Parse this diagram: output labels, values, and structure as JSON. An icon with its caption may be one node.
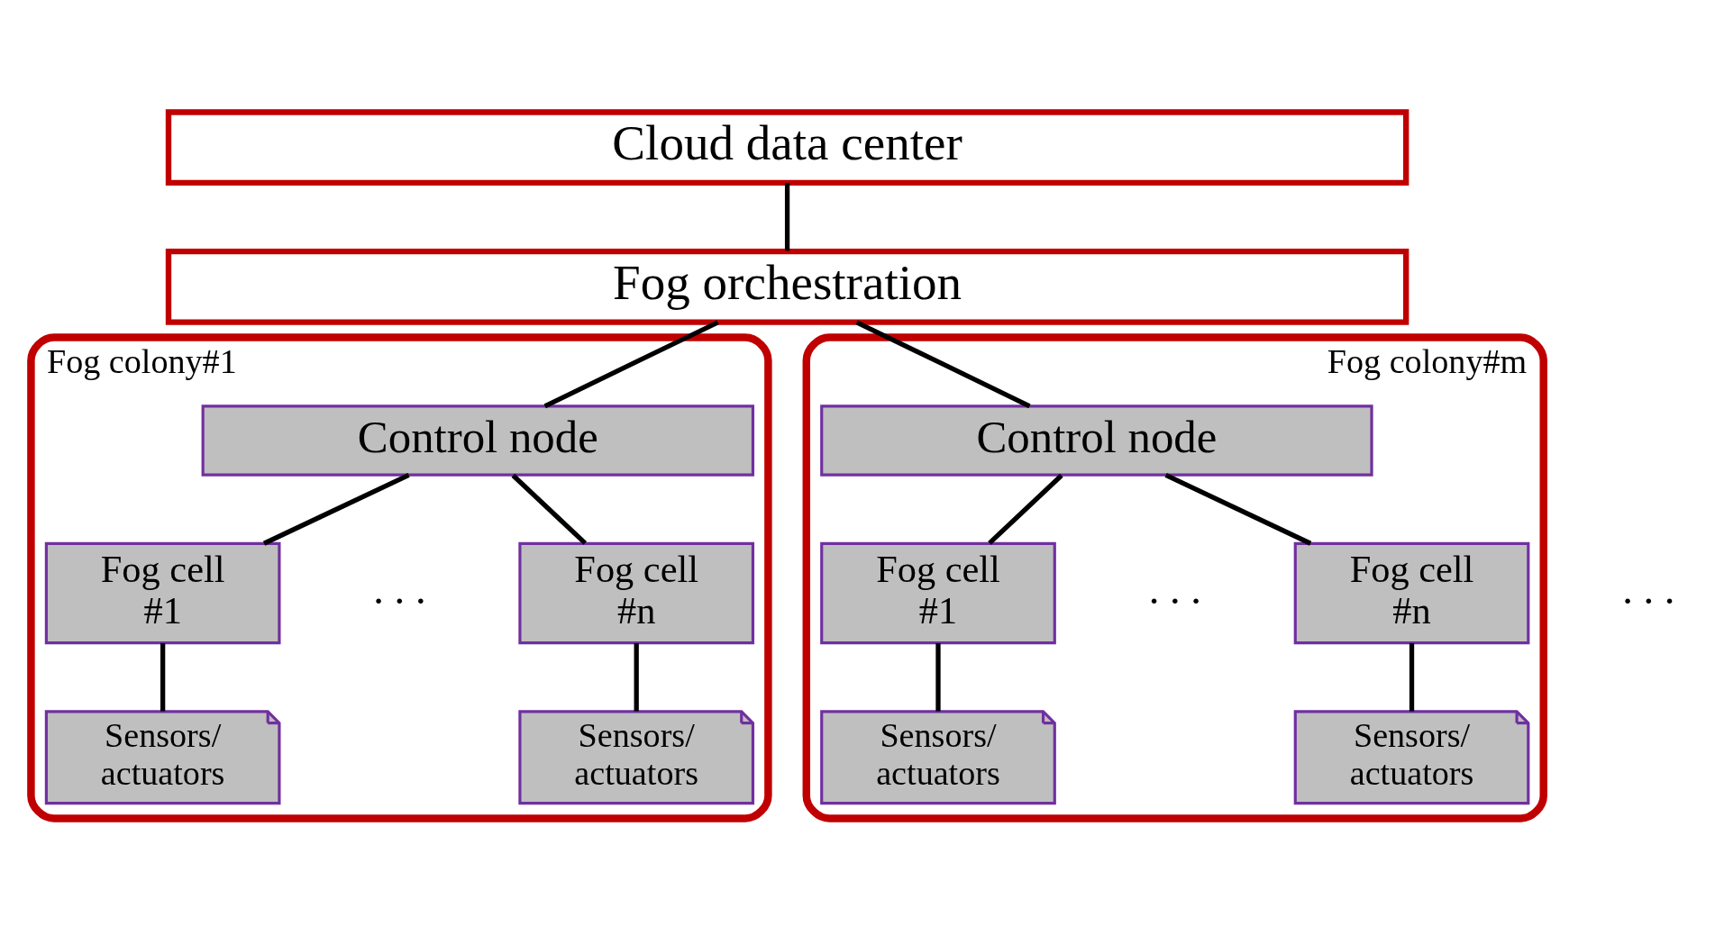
{
  "diagram": {
    "nodes": [
      {
        "text": [
          "Cloud data center"
        ]
      },
      {
        "text": [
          "Fog orchestration"
        ]
      },
      {
        "text": [
          "Fog colony#1"
        ]
      },
      {
        "text": [
          "Control node"
        ],
        "in": 2
      },
      {
        "text": [
          "Fog cell #1"
        ],
        "in": 2
      },
      {
        "text": [
          "Fog cell #n"
        ],
        "in": 2
      },
      {
        "text": [
          "Sensors/ actuators"
        ],
        "in": 2
      },
      {
        "text": [
          "Sensors/ actuators"
        ],
        "in": 2
      },
      {
        "text": [
          "Fog colony#m"
        ]
      },
      {
        "text": [
          "Control node"
        ],
        "in": 8
      },
      {
        "text": [
          "Fog cell #1"
        ],
        "in": 8
      },
      {
        "text": [
          "Fog cell #n"
        ],
        "in": 8
      },
      {
        "text": [
          "Sensors/ actuators"
        ],
        "in": 8
      },
      {
        "text": [
          "Sensors/ actuators"
        ],
        "in": 8
      }
    ],
    "edges": [
      {
        "from": 0,
        "to": 1,
        "arrow": "none"
      },
      {
        "from": 1,
        "to": 3,
        "arrow": "none"
      },
      {
        "from": 1,
        "to": 9,
        "arrow": "none"
      },
      {
        "from": 3,
        "to": 4,
        "arrow": "none"
      },
      {
        "from": 3,
        "to": 5,
        "arrow": "none"
      },
      {
        "from": 4,
        "to": 6,
        "arrow": "none"
      },
      {
        "from": 5,
        "to": 7,
        "arrow": "none"
      },
      {
        "from": 9,
        "to": 10,
        "arrow": "none"
      },
      {
        "from": 9,
        "to": 11,
        "arrow": "none"
      },
      {
        "from": 10,
        "to": 12,
        "arrow": "none"
      },
      {
        "from": 11,
        "to": 13,
        "arrow": "none"
      }
    ],
    "labels": [
      ". . .",
      ". . .",
      ". . ."
    ]
  }
}
